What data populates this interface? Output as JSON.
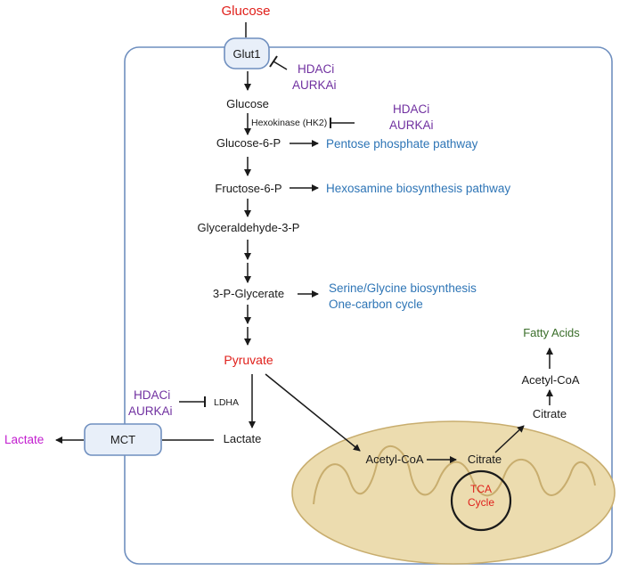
{
  "colors": {
    "metabolite": "#1a1a1a",
    "highlight_red": "#e0201b",
    "inhibitor_purple": "#7030a0",
    "pathway_blue": "#2e75b6",
    "lactate_magenta": "#c21ecf",
    "fatty_acids_green": "#3a6e2a",
    "cell_border": "#6f8fbf",
    "transporter_fill": "#e8eff9",
    "mitochondria_fill": "#ecdcaf",
    "mitochondria_border": "#c8ad6e"
  },
  "extracellular": {
    "glucose": "Glucose",
    "lactate": "Lactate"
  },
  "transporters": {
    "glut1": "Glut1",
    "mct": "MCT"
  },
  "inhibitors": {
    "glut1": {
      "line1": "HDACi",
      "line2": "AURKAi"
    },
    "hk2": {
      "line1": "HDACi",
      "line2": "AURKAi"
    },
    "ldha": {
      "line1": "HDACi",
      "line2": "AURKAi"
    }
  },
  "glycolysis": {
    "glucose": "Glucose",
    "hexokinase": "Hexokinase (HK2)",
    "glucose_6_p": "Glucose-6-P",
    "fructose_6_p": "Fructose-6-P",
    "glyceraldehyde_3_p": "Glyceraldehyde-3-P",
    "p_glycerate": "3-P-Glycerate",
    "pyruvate": "Pyruvate",
    "ldha": "LDHA",
    "lactate": "Lactate"
  },
  "branch_pathways": {
    "pentose": "Pentose phosphate pathway",
    "hexosamine": "Hexosamine biosynthesis pathway",
    "serine_glycine": "Serine/Glycine biosynthesis",
    "one_carbon": "One-carbon cycle"
  },
  "mitochondria": {
    "acetyl_coa": "Acetyl-CoA",
    "citrate": "Citrate",
    "tca_line1": "TCA",
    "tca_line2": "Cycle"
  },
  "cytosol_lipogenesis": {
    "citrate": "Citrate",
    "acetyl_coa": "Acetyl-CoA",
    "fatty_acids": "Fatty Acids"
  }
}
